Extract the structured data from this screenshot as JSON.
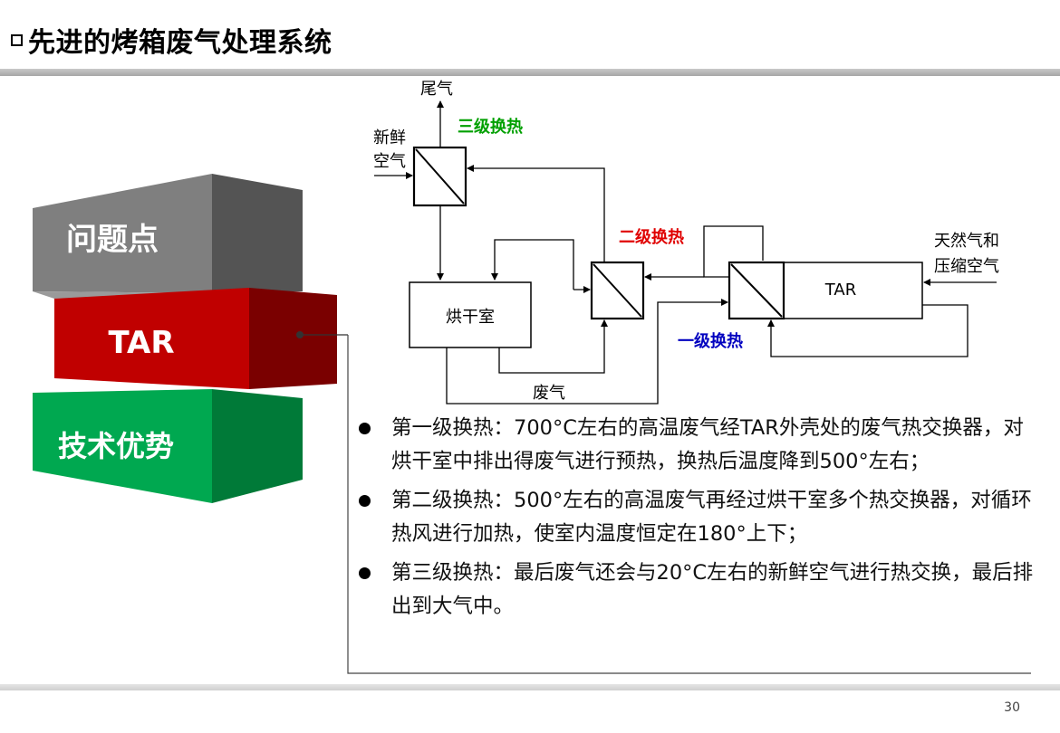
{
  "title": "先进的烤箱废气处理系统",
  "page_number": "30",
  "blocks": {
    "problem": "问题点",
    "tar": "TAR",
    "advantage": "技术优势"
  },
  "colors": {
    "gray_front": "#7f7f7f",
    "red_front": "#c00000",
    "green_front": "#00a850",
    "stage3": "#00a000",
    "stage2": "#e00000",
    "stage1": "#0000c0"
  },
  "diagram": {
    "exhaust": "尾气",
    "fresh_air_1": "新鲜",
    "fresh_air_2": "空气",
    "stage3": "三级换热",
    "stage2": "二级换热",
    "stage1": "一级换热",
    "dryer": "烘干室",
    "waste_gas": "废气",
    "tar": "TAR",
    "fuel_1": "天然气和",
    "fuel_2": "压缩空气"
  },
  "bullets": [
    "第一级换热：700°C左右的高温废气经TAR外壳处的废气热交换器，对烘干室中排出得废气进行预热，换热后温度降到500°左右；",
    "第二级换热：500°左右的高温废气再经过烘干室多个热交换器，对循环热风进行加热，使室内温度恒定在180°上下；",
    "第三级换热：最后废气还会与20°C左右的新鲜空气进行热交换，最后排出到大气中。"
  ]
}
